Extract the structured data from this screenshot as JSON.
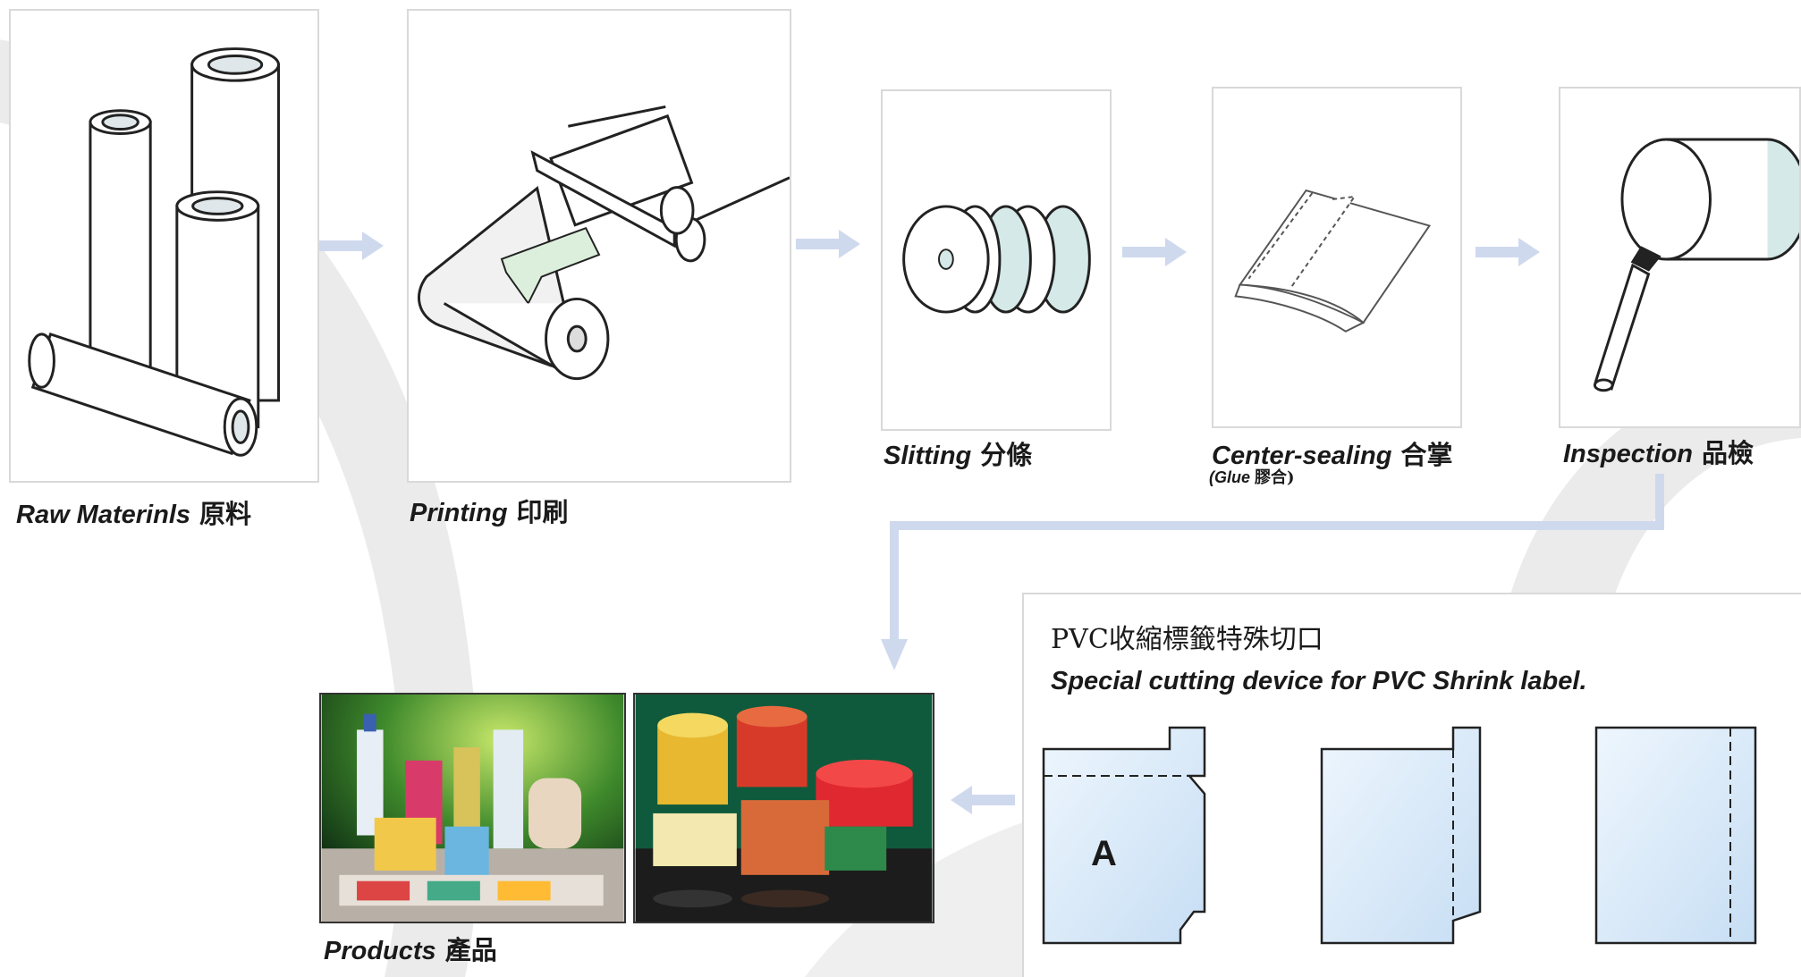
{
  "steps": [
    {
      "en": "Raw Materinls",
      "zh": "原料"
    },
    {
      "en": "Printing",
      "zh": "印刷"
    },
    {
      "en": "Slitting",
      "zh": "分條"
    },
    {
      "en": "Center-sealing",
      "zh": "合掌",
      "sub_en": "(Glue",
      "sub_zh": "膠合)"
    },
    {
      "en": "Inspection",
      "zh": "品檢"
    },
    {
      "en": "Products",
      "zh": "產品"
    }
  ],
  "pvc": {
    "title_zh": "PVC收縮標籤特殊切口",
    "title_en": "Special cutting device for PVC Shrink label.",
    "marker": "A"
  },
  "colors": {
    "arrow": "#cfd9ee",
    "label_fill": "#d4e6f7",
    "bg_arc": "#ebebeb",
    "panel_border": "#d9d9d9"
  },
  "icons": [
    "film-rolls-icon",
    "printing-roller-icon",
    "slit-rolls-icon",
    "sealed-sleeve-icon",
    "magnifier-icon",
    "flow-arrow-icon"
  ]
}
